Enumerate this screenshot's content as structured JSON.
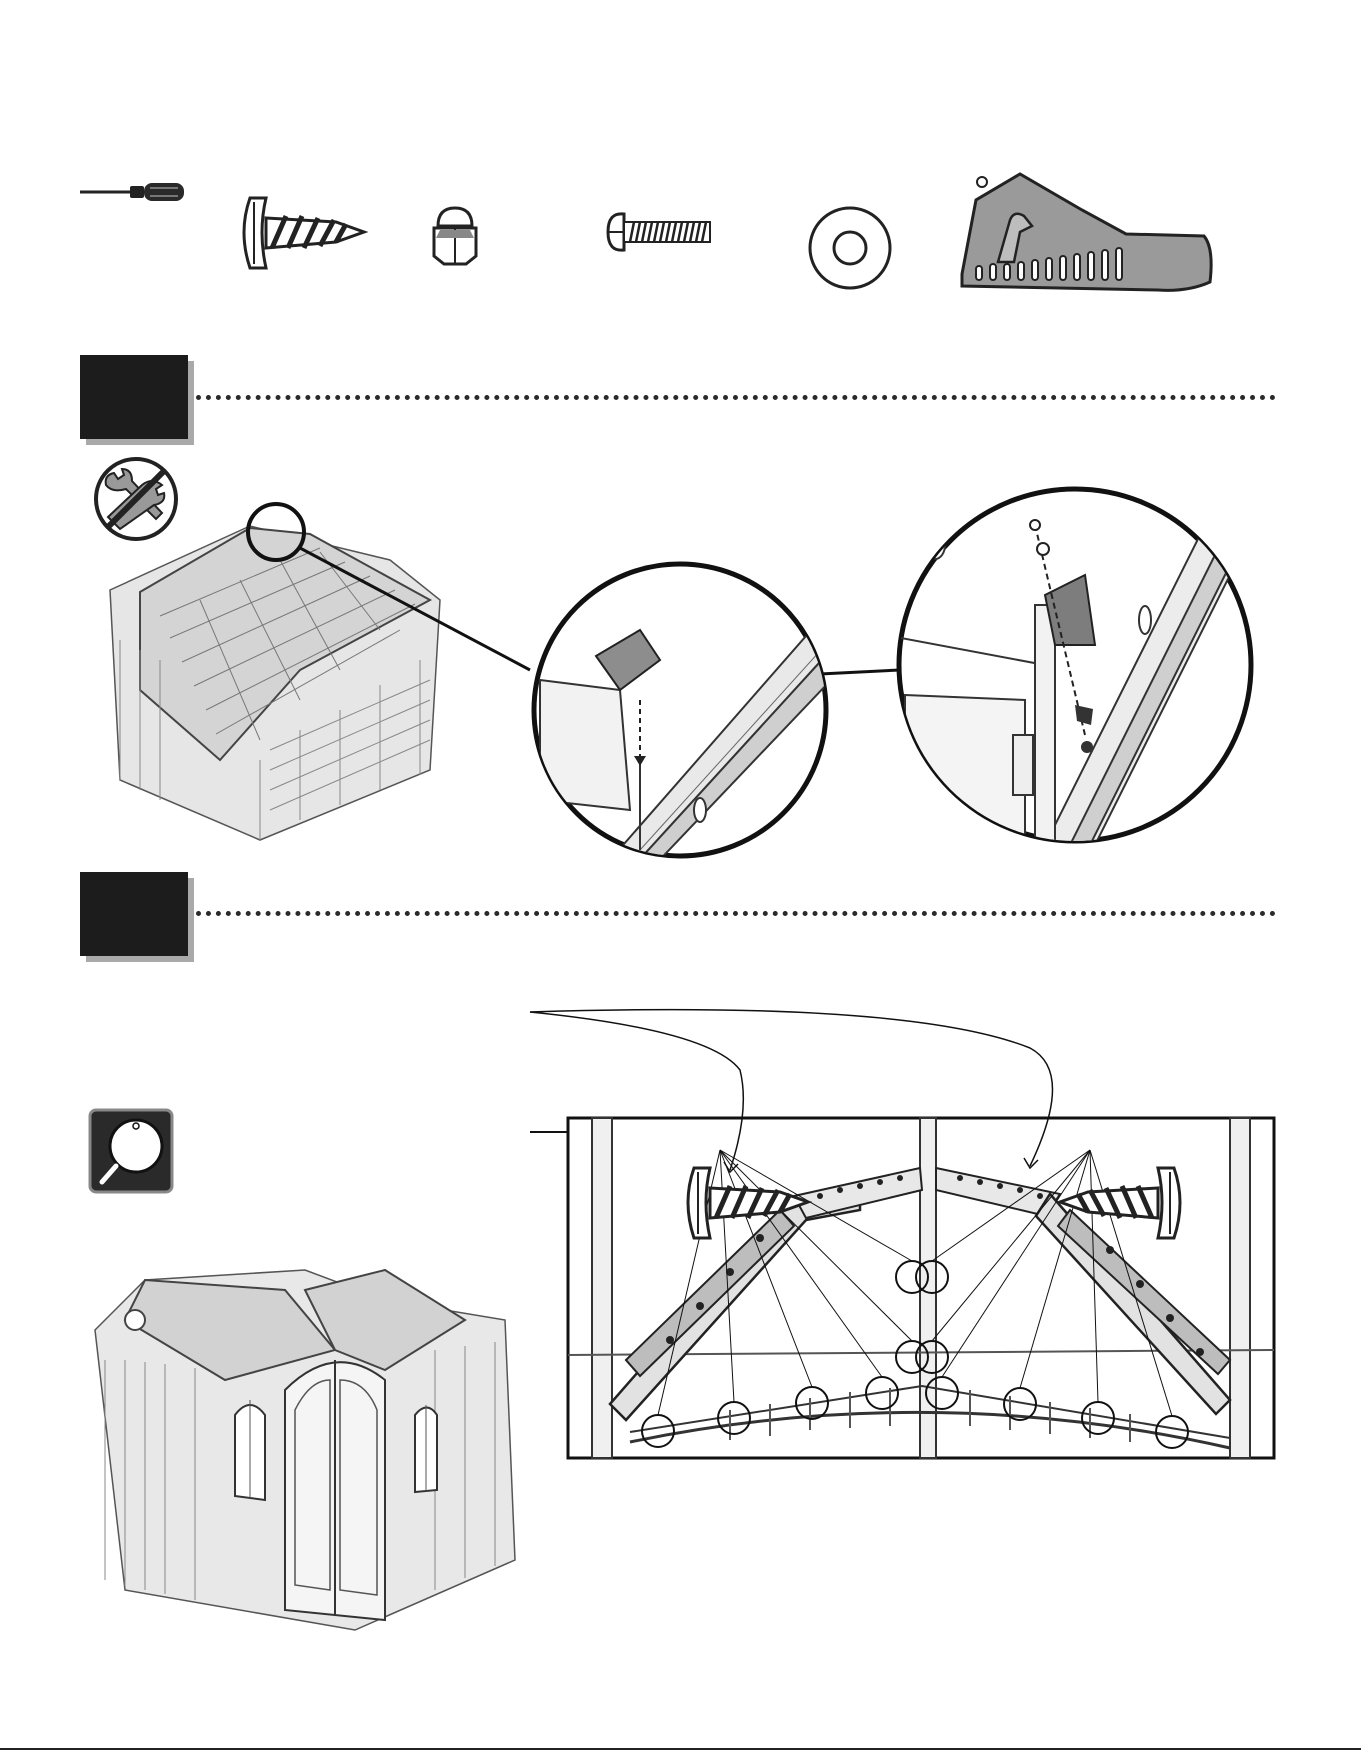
{
  "hardware": {
    "items": [
      {
        "id": "screwdriver",
        "icon": "screwdriver-icon"
      },
      {
        "id": "wood-screw",
        "icon": "self-tapping-screw-icon"
      },
      {
        "id": "nut",
        "icon": "hex-nut-icon"
      },
      {
        "id": "bolt",
        "icon": "machine-bolt-icon"
      },
      {
        "id": "washer",
        "icon": "flat-washer-icon"
      },
      {
        "id": "gusset",
        "icon": "roof-gusset-bracket-icon"
      }
    ]
  },
  "steps": [
    {
      "number": "",
      "icons": [
        "no-wrench-icon"
      ]
    },
    {
      "number": "",
      "icons": [
        "magnifier-icon"
      ]
    }
  ],
  "colors": {
    "ink": "#1c1c1c",
    "shadow": "#a9a9a9",
    "part_gray": "#9a9a9a",
    "shed_fill": "#e6e6e6"
  }
}
